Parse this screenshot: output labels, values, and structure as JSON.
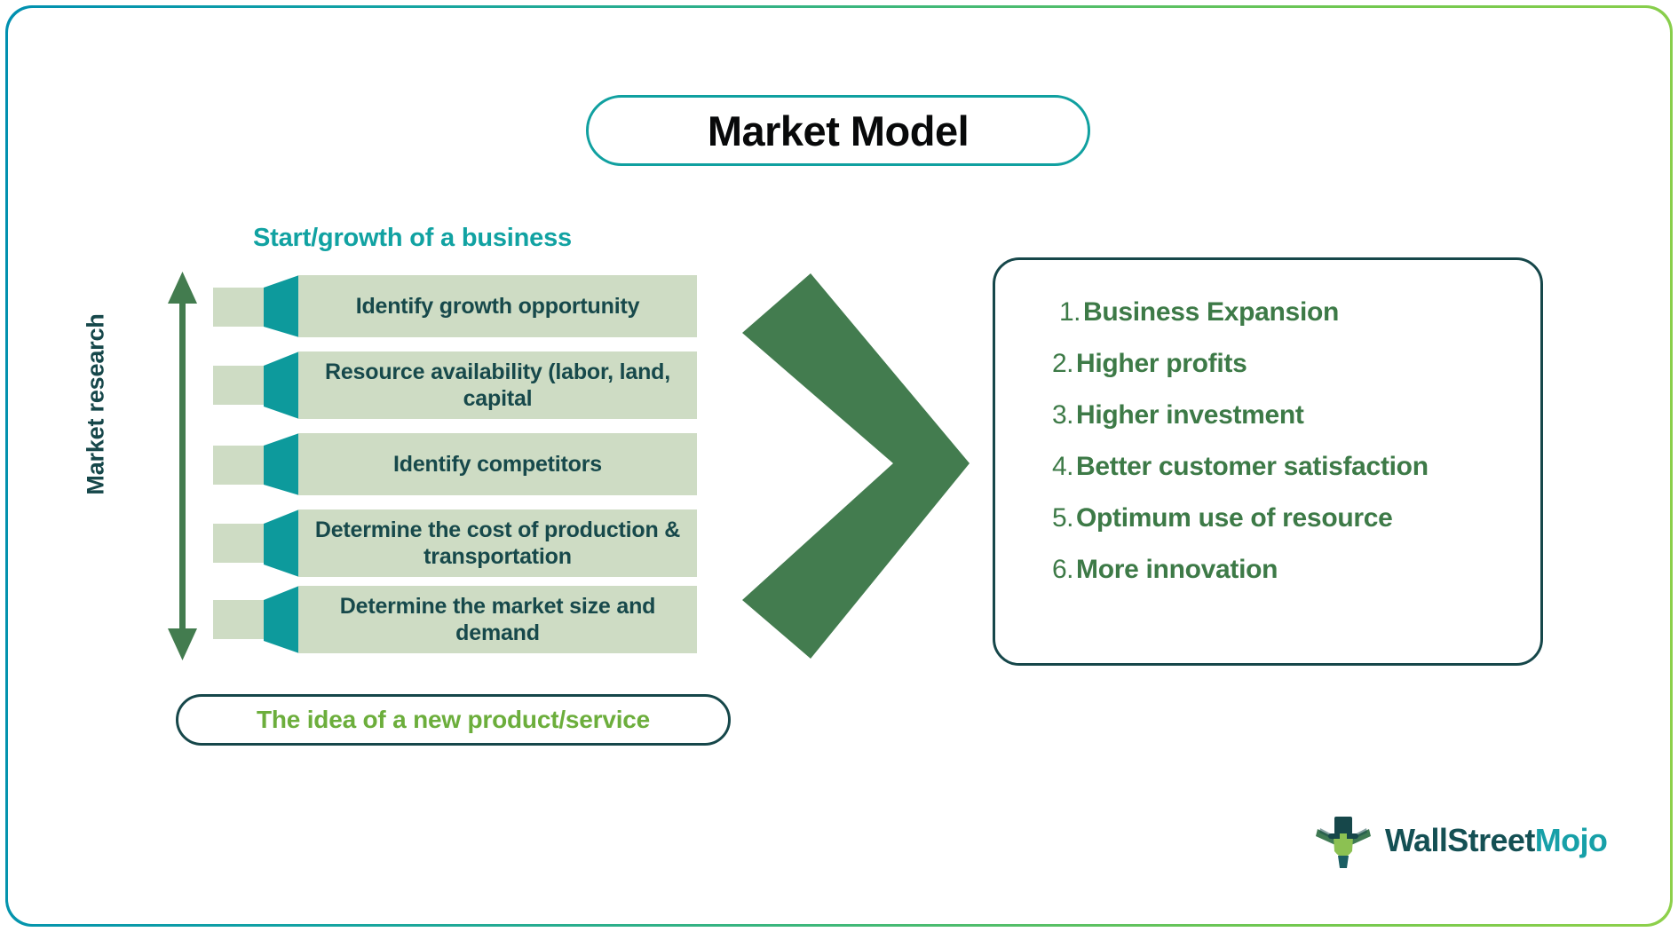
{
  "theme": {
    "teal": "#11a2a2",
    "dark_teal": "#16474a",
    "light_green_fill": "#cedcc4",
    "arrow_green": "#437c4f",
    "accent_green": "#6cae3c",
    "list_green": "#3d7a47",
    "border_gradient_start": "#0090b0",
    "border_gradient_end": "#8ed04a"
  },
  "header": {
    "title": "Market Model"
  },
  "left_section": {
    "heading": "Start/growth of a business",
    "axis_label": "Market research",
    "axis_icon": "double-headed-vertical-arrow-icon",
    "steps": [
      {
        "text": "Identify growth opportunity",
        "lines": 1
      },
      {
        "text": "Resource availability (labor, land, capital",
        "lines": 2
      },
      {
        "text": "Identify competitors",
        "lines": 1
      },
      {
        "text": "Determine the cost of production & transportation",
        "lines": 2
      },
      {
        "text": "Determine the market size and demand",
        "lines": 2
      }
    ],
    "footer_label": "The idea of a new product/service"
  },
  "connector": {
    "icon": "chevron-right-icon"
  },
  "outcomes": {
    "items": [
      {
        "number": "1.",
        "label": "Business Expansion"
      },
      {
        "number": "2.",
        "label": "Higher profits"
      },
      {
        "number": "3.",
        "label": "Higher investment"
      },
      {
        "number": "4.",
        "label": "Better customer satisfaction"
      },
      {
        "number": "5.",
        "label": "Optimum use of resource"
      },
      {
        "number": "6.",
        "label": "More innovation"
      }
    ]
  },
  "branding": {
    "logo_icon": "wallstreetmojo-bull-icon",
    "word_primary": "WallStreet",
    "word_accent": "Mojo"
  }
}
